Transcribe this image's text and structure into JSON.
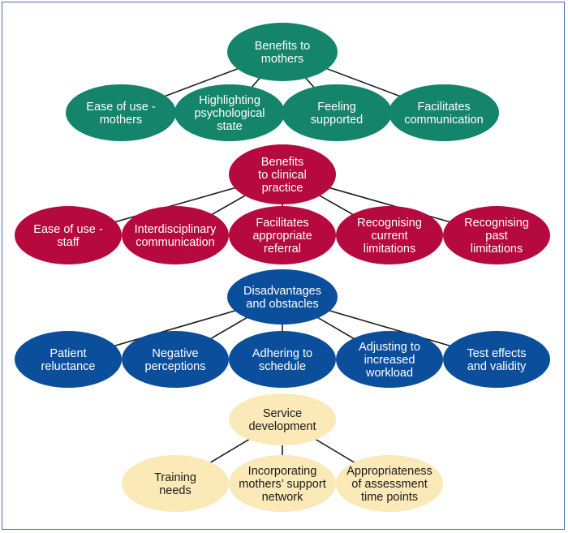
{
  "colors": {
    "benefits_mothers": "#14846a",
    "benefits_clinical": "#b5093f",
    "disadvantages": "#0b4f9c",
    "service": "#fbe9b7",
    "light_text": "#ffffff",
    "dark_text": "#1a1a1a",
    "frame": "#4a6fa5",
    "edge": "#1a1a1a"
  },
  "groups": [
    {
      "id": "benefits-mothers",
      "color_key": "benefits_mothers",
      "text_key": "light_text",
      "parent": {
        "lines": [
          "Benefits to",
          "mothers"
        ]
      },
      "children": [
        {
          "lines": [
            "Ease of use -",
            "mothers"
          ]
        },
        {
          "lines": [
            "Highlighting",
            "psychological",
            "state"
          ]
        },
        {
          "lines": [
            "Feeling",
            "supported"
          ]
        },
        {
          "lines": [
            "Facilitates",
            "communication"
          ]
        }
      ]
    },
    {
      "id": "benefits-clinical",
      "color_key": "benefits_clinical",
      "text_key": "light_text",
      "parent": {
        "lines": [
          "Benefits",
          "to clinical",
          "practice"
        ]
      },
      "children": [
        {
          "lines": [
            "Ease of use -",
            "staff"
          ]
        },
        {
          "lines": [
            "Interdisciplinary",
            "communication"
          ]
        },
        {
          "lines": [
            "Facilitates",
            "appropriate",
            "referral"
          ]
        },
        {
          "lines": [
            "Recognising",
            "current",
            "limitations"
          ]
        },
        {
          "lines": [
            "Recognising",
            "past",
            "limitations"
          ]
        }
      ]
    },
    {
      "id": "disadvantages",
      "color_key": "disadvantages",
      "text_key": "light_text",
      "parent": {
        "lines": [
          "Disadvantages",
          "and obstacles"
        ]
      },
      "children": [
        {
          "lines": [
            "Patient",
            "reluctance"
          ]
        },
        {
          "lines": [
            "Negative",
            "perceptions"
          ]
        },
        {
          "lines": [
            "Adhering to",
            "schedule"
          ]
        },
        {
          "lines": [
            "Adjusting to",
            "increased",
            "workload"
          ]
        },
        {
          "lines": [
            "Test effects",
            "and validity"
          ]
        }
      ]
    },
    {
      "id": "service-development",
      "color_key": "service",
      "text_key": "dark_text",
      "parent": {
        "lines": [
          "Service",
          "development"
        ]
      },
      "children": [
        {
          "lines": [
            "Training",
            "needs"
          ]
        },
        {
          "lines": [
            "Incorporating",
            "mothers’ support",
            "network"
          ]
        },
        {
          "lines": [
            "Appropriateness",
            "of assessment",
            "time points"
          ]
        }
      ]
    }
  ]
}
